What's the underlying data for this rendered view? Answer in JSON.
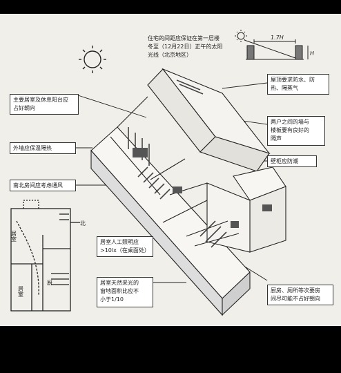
{
  "top_note": "住宅的间距应保证在第一层楼\n冬至（12月22日）正午的太阳\n光线（北京地区）",
  "dim_label": "1.7H",
  "h_label": "H",
  "callouts": {
    "bedroom_orientation": "主要居室及休息阳台应\n占好朝向",
    "exterior_wall": "外墙应保温隔热",
    "ventilation": "南北房间应考虑通风",
    "artificial_light": "居室人工照明应\n>10lx（在桌面处）",
    "natural_light": "居室天然采光的\n窗地面积比应不\n小于1/10",
    "roof": "屋顶要求防水、防\n热、隔蒸气",
    "partition_wall": "两户之间的墙与\n楼板要有良好的\n隔声",
    "cabinet": "壁柜应防潮",
    "kitchen_toilet": "厨房、厕所等次要房\n间尽可能不占好朝向"
  },
  "plan": {
    "north": "北",
    "bedroom_1": "居室",
    "bedroom_2": "居室",
    "kitchen": "厨"
  }
}
